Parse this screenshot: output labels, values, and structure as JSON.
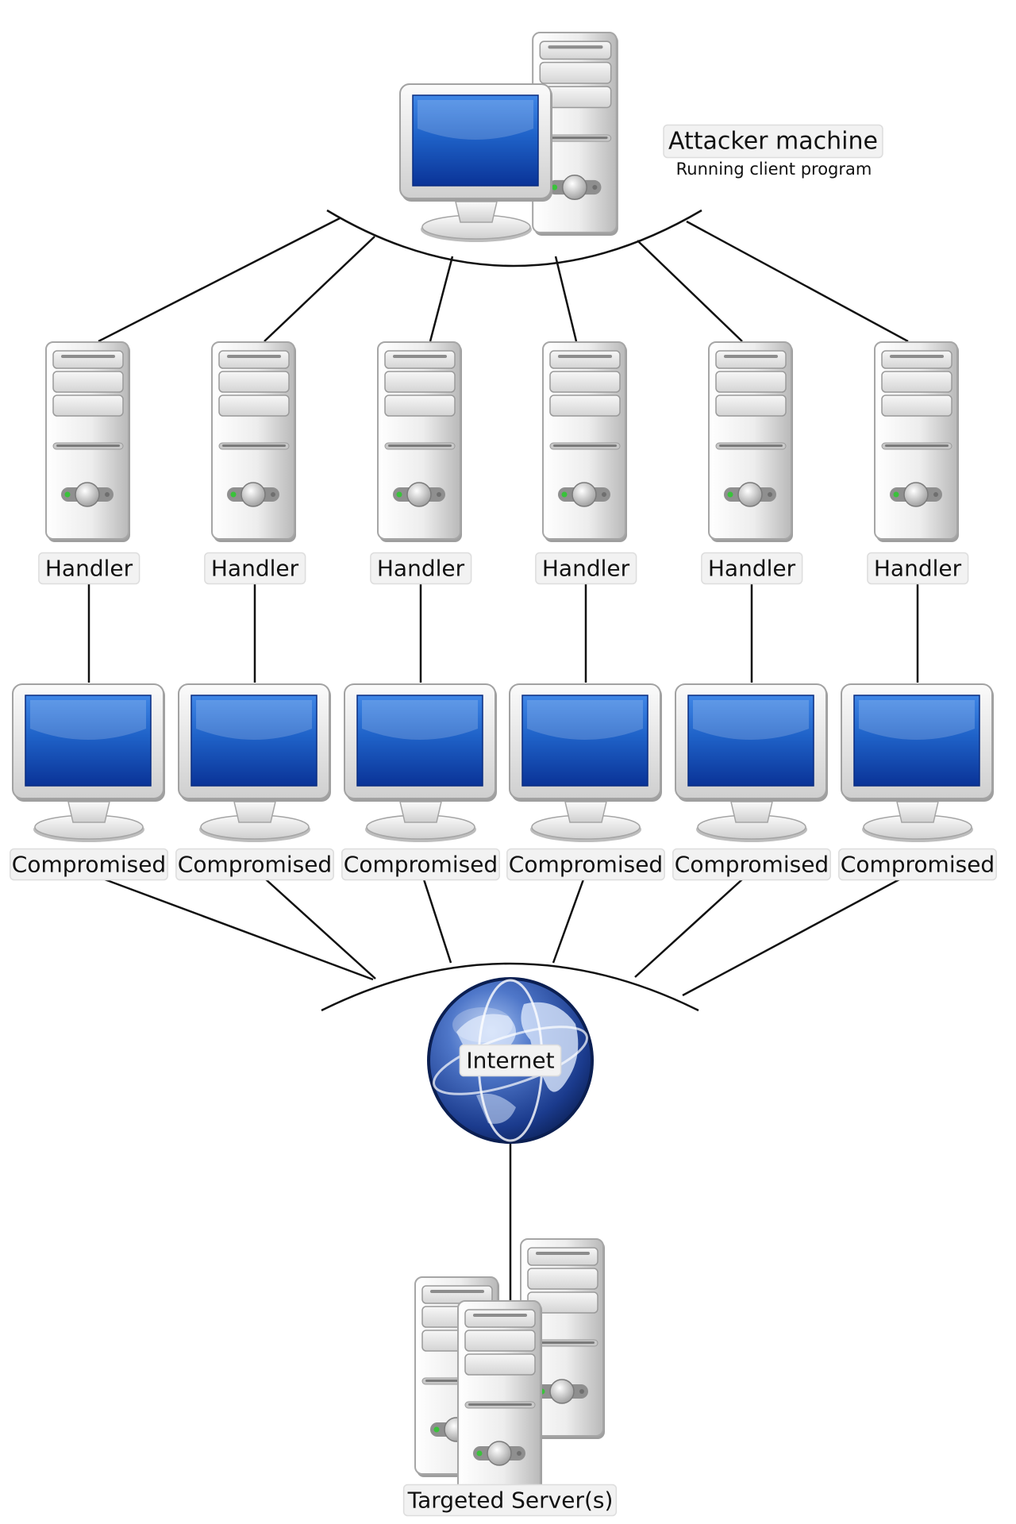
{
  "attacker": {
    "title": "Attacker machine",
    "subtitle": "Running client program"
  },
  "handlers": [
    {
      "label": "Handler"
    },
    {
      "label": "Handler"
    },
    {
      "label": "Handler"
    },
    {
      "label": "Handler"
    },
    {
      "label": "Handler"
    },
    {
      "label": "Handler"
    }
  ],
  "compromised": [
    {
      "label": "Compromised"
    },
    {
      "label": "Compromised"
    },
    {
      "label": "Compromised"
    },
    {
      "label": "Compromised"
    },
    {
      "label": "Compromised"
    },
    {
      "label": "Compromised"
    }
  ],
  "internet": {
    "label": "Internet"
  },
  "target": {
    "label": "Targeted Server(s)"
  },
  "colors": {
    "screen": "#1f62c8",
    "screen_dark": "#0b3a9c",
    "case": "#e4e4e4",
    "globe": "#1a3c8f",
    "line": "#111111",
    "led": "#39c23a"
  },
  "icons": {
    "attacker": [
      "monitor-icon",
      "tower-server-icon"
    ],
    "handler": "tower-server-icon",
    "compromised": "monitor-icon",
    "internet": "globe-icon",
    "target": "server-stack-icon"
  }
}
